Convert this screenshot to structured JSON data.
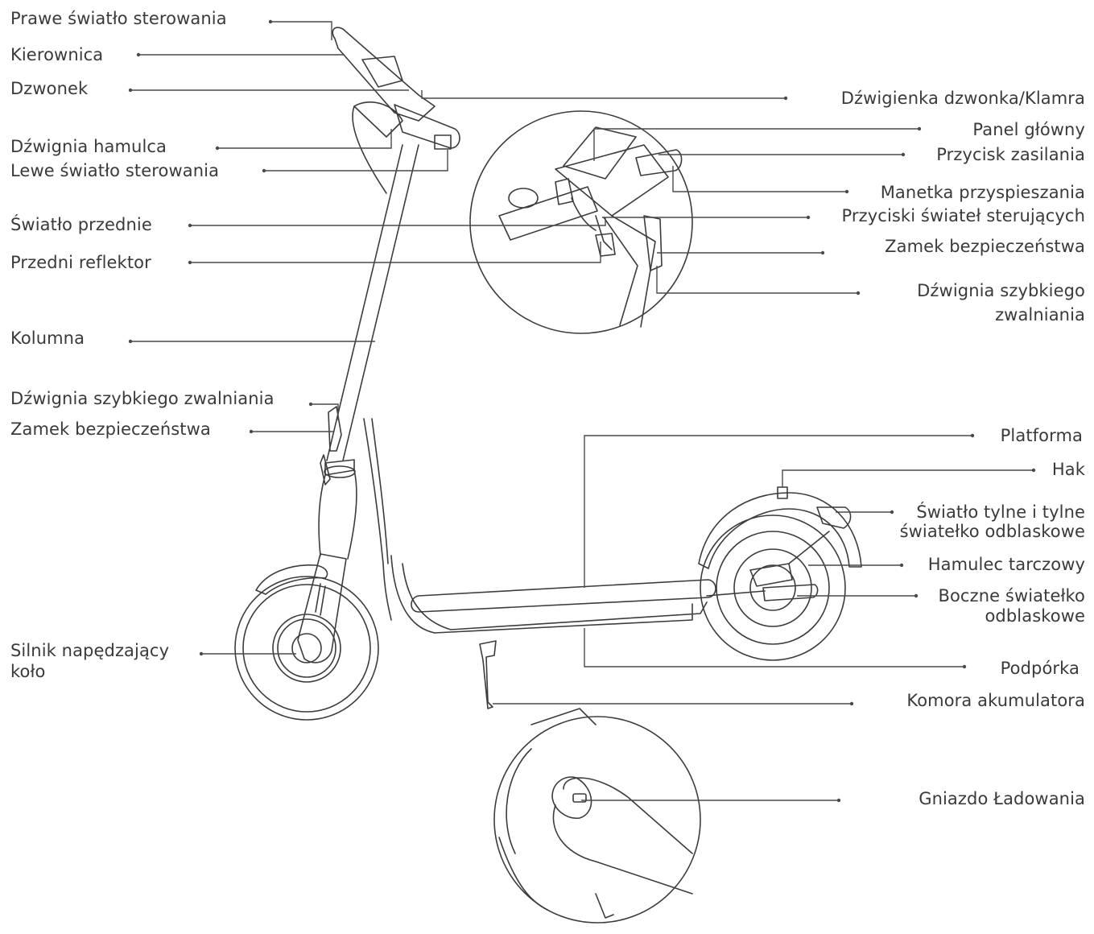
{
  "labels": {
    "left": {
      "right_indicator": "Prawe światło sterowania",
      "handlebar": "Kierownica",
      "bell": "Dzwonek",
      "brake_lever": "Dźwignia hamulca",
      "left_indicator": "Lewe światło sterowania",
      "headlight": "Światło przednie",
      "front_reflector": "Przedni reflektor",
      "stem": "Kolumna",
      "quick_release_lever": "Dźwignia szybkiego zwalniania",
      "safety_lock": "Zamek bezpieczeństwa",
      "hub_motor_1": "Silnik napędzający",
      "hub_motor_2": "koło"
    },
    "right": {
      "bell_lever": "Dźwigienka dzwonka/Klamra",
      "dashboard": "Panel główny",
      "power_button": "Przycisk zasilania",
      "throttle": "Manetka przyspieszania",
      "indicator_buttons": "Przyciski świateł sterujących",
      "safety_lock": "Zamek bezpieczeństwa",
      "quick_release_1": "Dźwignia szybkiego",
      "quick_release_2": "zwalniania",
      "deck": "Platforma",
      "hook": "Hak",
      "tail_light_1": "Światło tylne i tylne",
      "tail_light_2": "światełko odblaskowe",
      "disc_brake": "Hamulec tarczowy",
      "side_reflector_1": "Boczne światełko",
      "side_reflector_2": "odblaskowe",
      "kickstand": "Podpórka",
      "battery": "Komora akumulatora",
      "charging_port": "Gniazdo Ładowania"
    }
  }
}
